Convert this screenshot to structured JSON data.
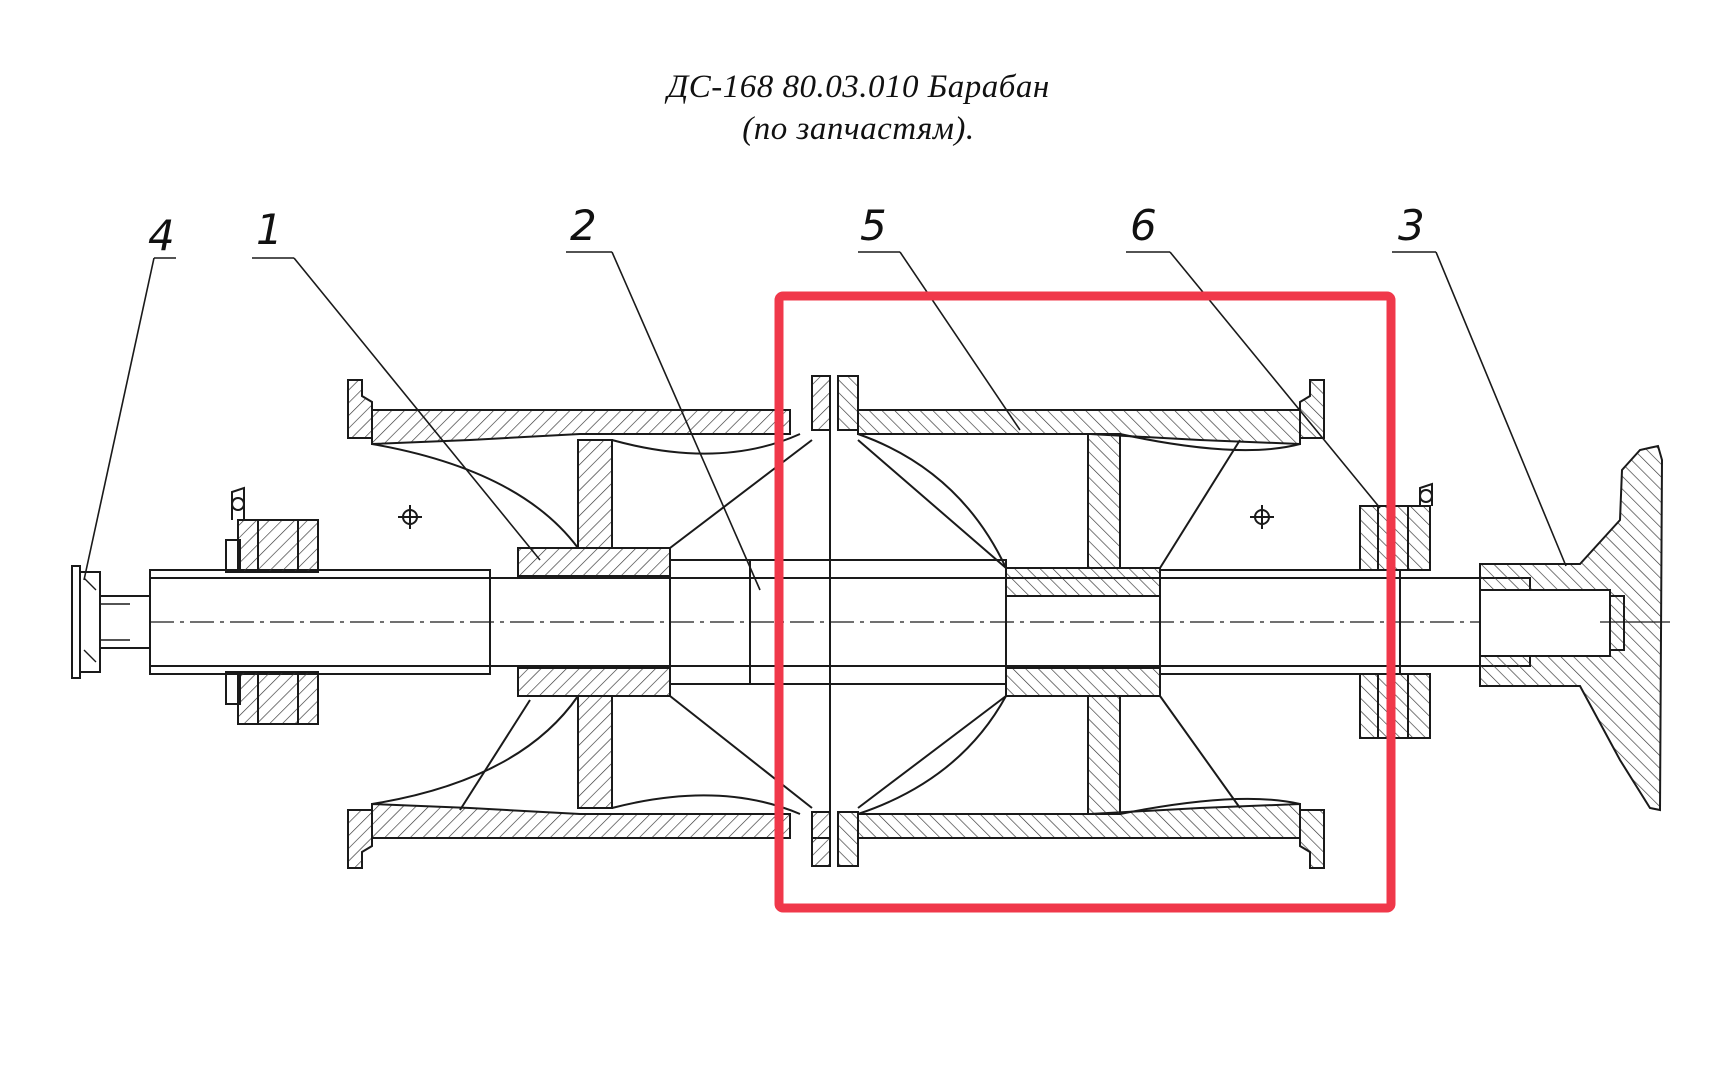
{
  "title": {
    "line1": "ДС-168 80.03.010 Барабан",
    "line2": "(по запчастям)."
  },
  "callouts": [
    {
      "id": "4",
      "label": "4"
    },
    {
      "id": "1",
      "label": "1"
    },
    {
      "id": "2",
      "label": "2"
    },
    {
      "id": "5",
      "label": "5"
    },
    {
      "id": "6",
      "label": "6"
    },
    {
      "id": "3",
      "label": "3"
    }
  ],
  "highlight": {
    "color": "#f0384a"
  },
  "colors": {
    "line": "#1a1a1a",
    "hatch": "#333333",
    "background": "#ffffff"
  }
}
